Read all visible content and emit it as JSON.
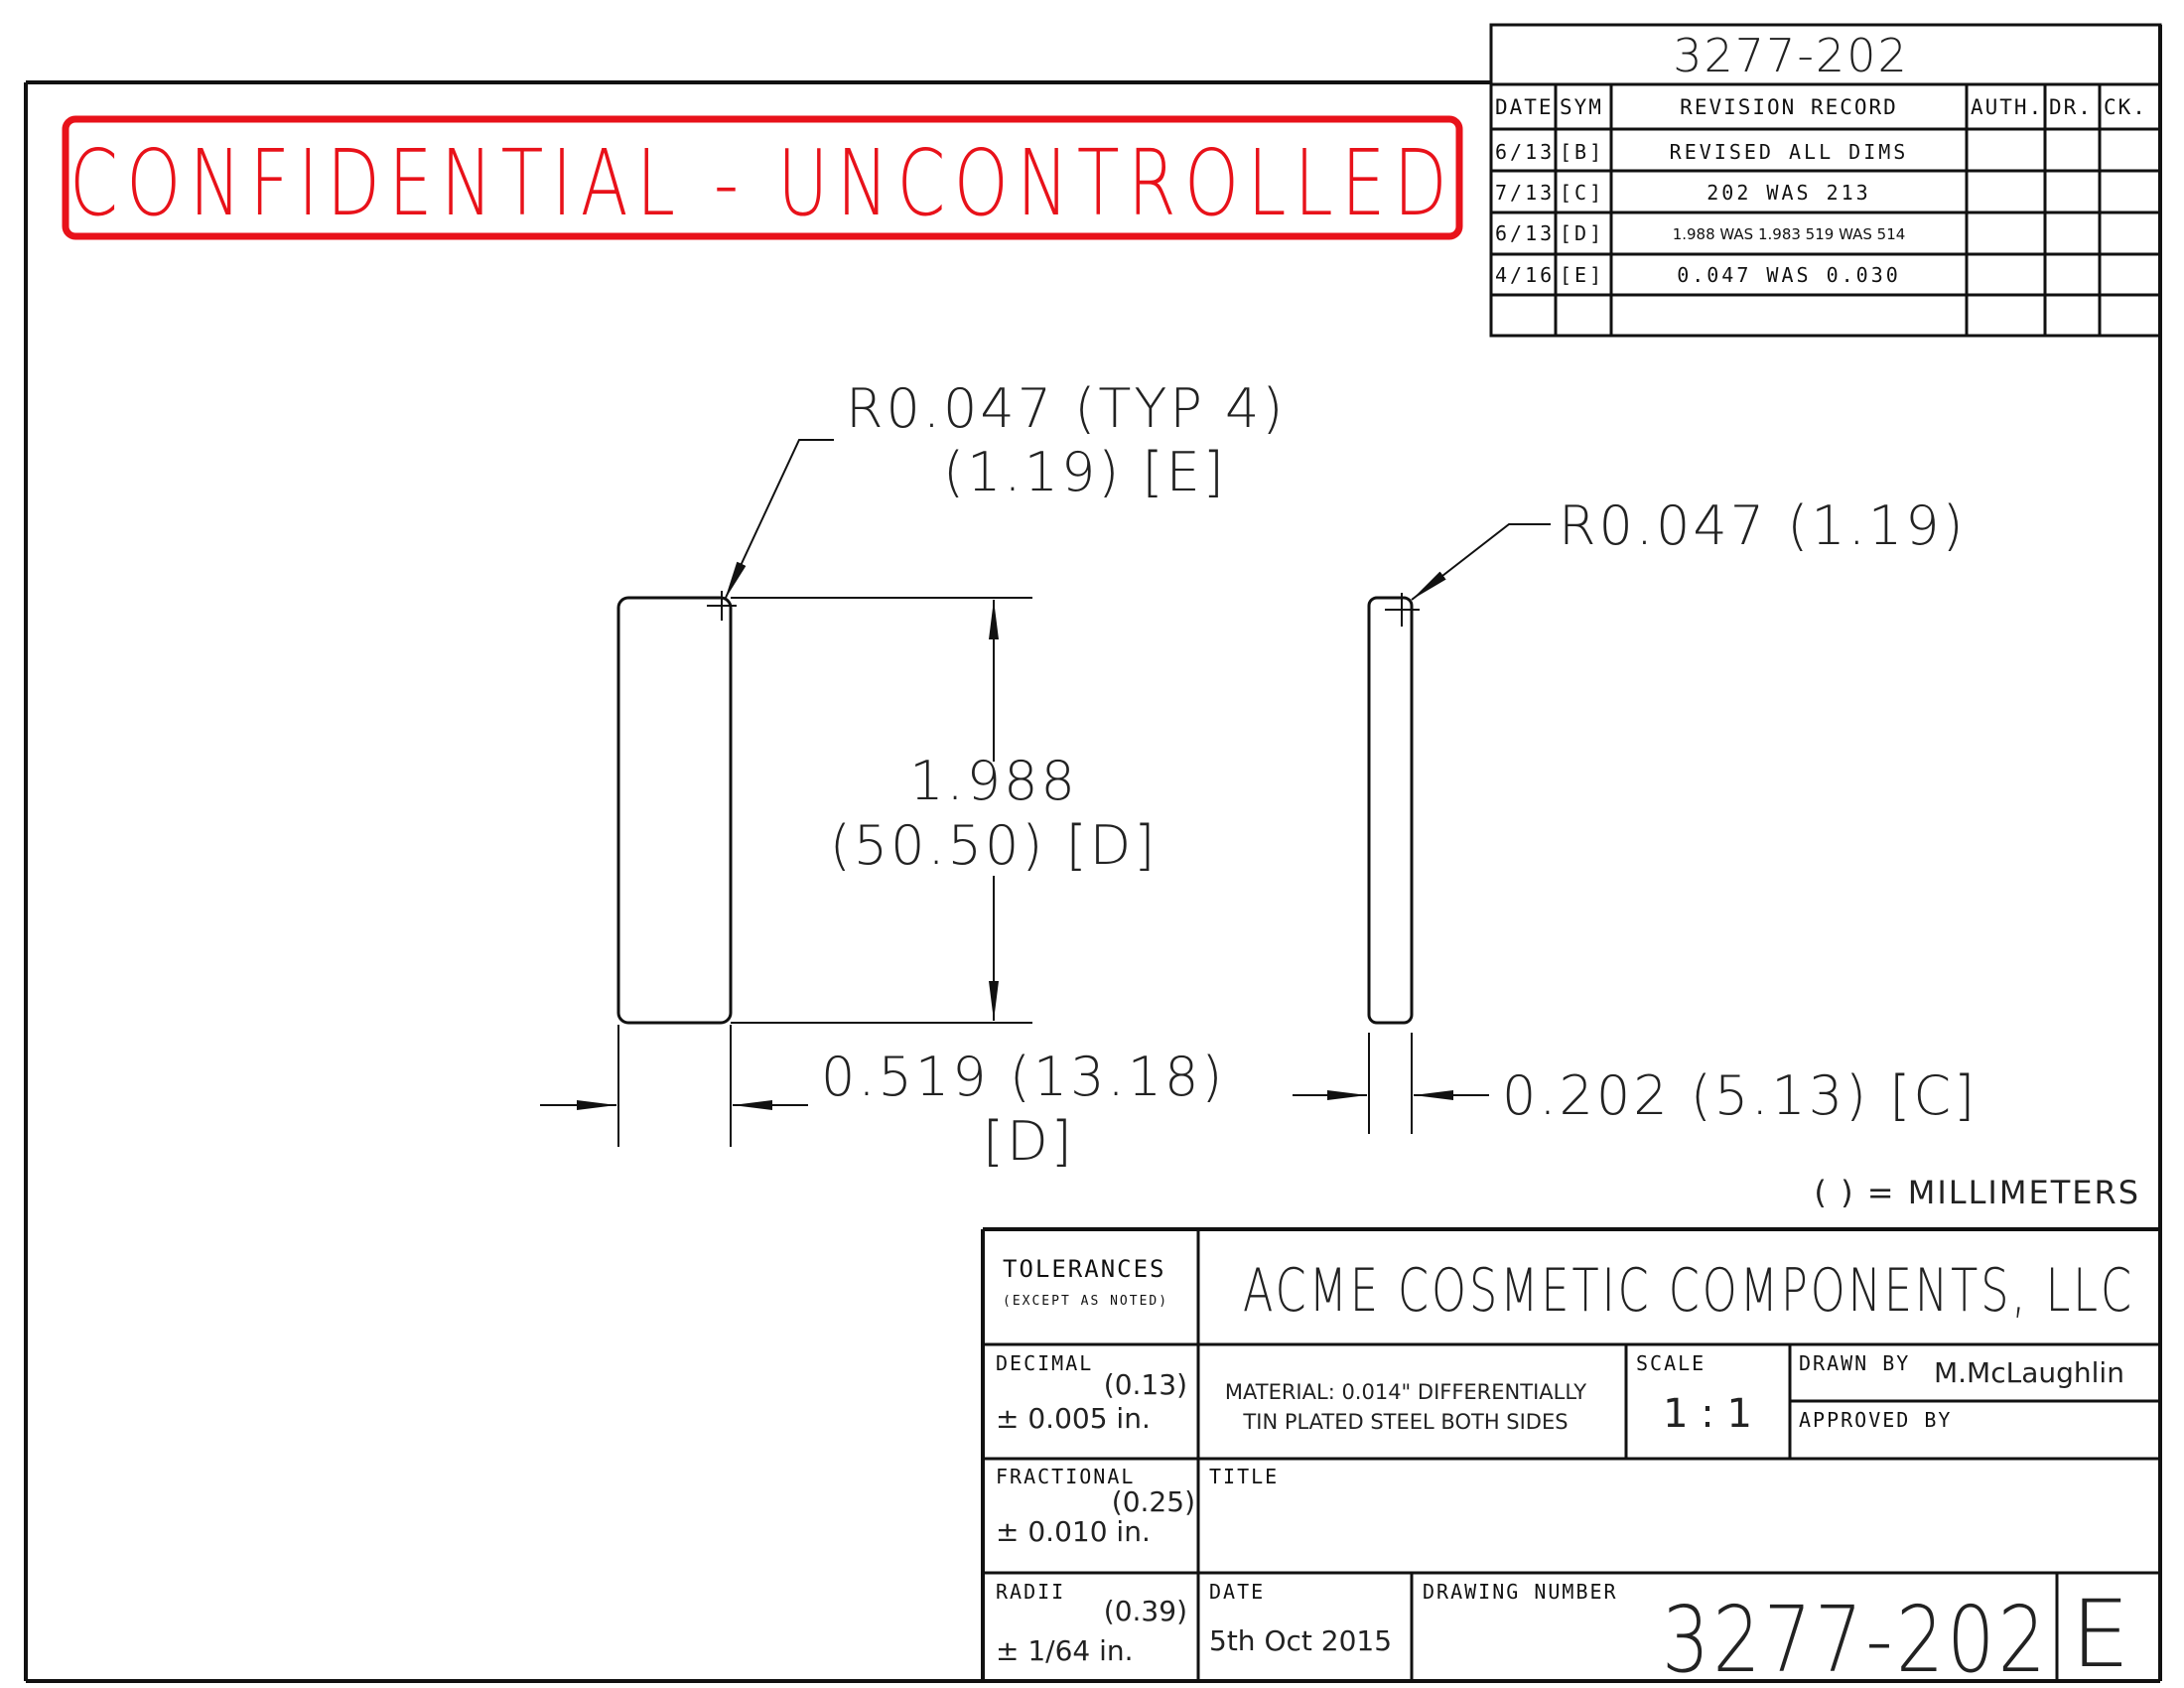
{
  "banner": {
    "text": "CONFIDENTIAL - UNCONTROLLED",
    "color": "#e8121a"
  },
  "revision_block": {
    "drawing_number": "3277-202",
    "headers": {
      "date": "DATE",
      "sym": "SYM",
      "record": "REVISION RECORD",
      "auth": "AUTH.",
      "dr": "DR.",
      "ck": "CK."
    },
    "rows": [
      {
        "date": "6/13",
        "sym": "[B]",
        "record": "REVISED ALL DIMS"
      },
      {
        "date": "7/13",
        "sym": "[C]",
        "record": "202 WAS 213"
      },
      {
        "date": "6/13",
        "sym": "[D]",
        "record": "1.988 WAS 1.983 519 WAS 514"
      },
      {
        "date": "4/16",
        "sym": "[E]",
        "record": "0.047 WAS 0.030"
      }
    ]
  },
  "dimensions": {
    "corner_radius_line1": "R0.047 (TYP 4)",
    "corner_radius_line2": "(1.19) [E]",
    "side_radius": "R0.047 (1.19)",
    "height_line1": "1.988",
    "height_line2": "(50.50) [D]",
    "width_line1": "0.519 (13.18)",
    "width_line2": "[D]",
    "thickness": "0.202 (5.13) [C]",
    "units_note": "( ) = MILLIMETERS"
  },
  "title_block": {
    "tolerances_label": "TOLERANCES",
    "tolerances_sub": "(EXCEPT AS NOTED)",
    "company": "ACME COSMETIC COMPONENTS, LLC",
    "decimal_label": "DECIMAL",
    "decimal_mm": "(0.13)",
    "decimal_in": "± 0.005 in.",
    "fractional_label": "FRACTIONAL",
    "fractional_mm": "(0.25)",
    "fractional_in": "± 0.010 in.",
    "radii_label": "RADII",
    "radii_mm": "(0.39)",
    "radii_in": "± 1/64 in.",
    "material_line1": "MATERIAL: 0.014\" DIFFERENTIALLY",
    "material_line2": "TIN PLATED STEEL BOTH SIDES",
    "scale_label": "SCALE",
    "scale_value": "1 : 1",
    "drawn_by_label": "DRAWN BY",
    "drawn_by_value": "M.McLaughlin",
    "approved_by_label": "APPROVED BY",
    "title_label": "TITLE",
    "date_label": "DATE",
    "date_value": "5th Oct 2015",
    "drawing_number_label": "DRAWING NUMBER",
    "drawing_number": "3277-202",
    "revision_letter": "E"
  }
}
